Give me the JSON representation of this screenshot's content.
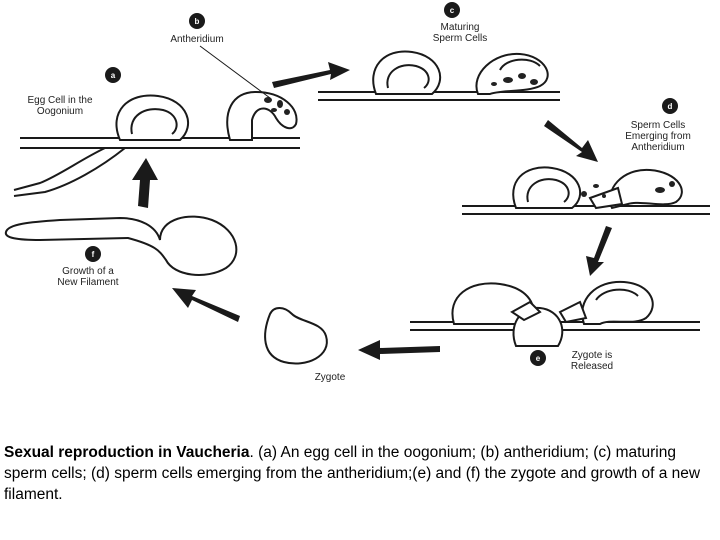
{
  "diagram": {
    "labels": {
      "a": "a",
      "b": "b",
      "c": "c",
      "d": "d",
      "e": "e",
      "f": "f",
      "egg_cell_line1": "Egg Cell in the",
      "egg_cell_line2": "Oogonium",
      "antheridium": "Antheridium",
      "maturing_line1": "Maturing",
      "maturing_line2": "Sperm Cells",
      "sperm_line1": "Sperm Cells",
      "sperm_line2": "Emerging from",
      "sperm_line3": "Antheridium",
      "zygote_released_line1": "Zygote is",
      "zygote_released_line2": "Released",
      "zygote": "Zygote",
      "growth_line1": "Growth of a",
      "growth_line2": "New Filament"
    }
  },
  "caption": {
    "title": "Sexual reproduction in Vaucheria",
    "text": ". (a) An egg cell in the oogonium; (b) antheridium; (c) maturing sperm cells; (d) sperm cells emerging from the antheridium;(e) and (f) the zygote and growth of a new filament."
  }
}
